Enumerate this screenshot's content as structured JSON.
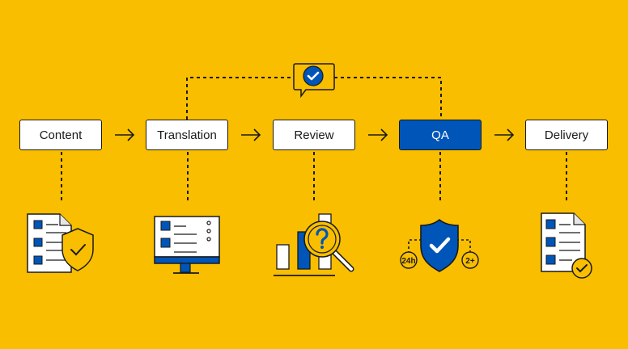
{
  "colors": {
    "background": "#F9BE00",
    "accent_blue": "#0055B8",
    "stroke": "#1A1A1A",
    "box_fill": "#FFFFFF"
  },
  "workflow": {
    "steps": [
      {
        "label": "Content",
        "icon": "document-shield-icon",
        "active": false
      },
      {
        "label": "Translation",
        "icon": "monitor-icon",
        "active": false
      },
      {
        "label": "Review",
        "icon": "bar-chart-magnifier-question-icon",
        "active": false
      },
      {
        "label": "QA",
        "icon": "shield-check-icon",
        "active": true
      },
      {
        "label": "Delivery",
        "icon": "document-check-icon",
        "active": false
      }
    ],
    "feedback_loop": {
      "icon": "chat-bubble-check-icon",
      "from": "QA",
      "to": "Translation"
    },
    "qa_badges": [
      "24h",
      "2+"
    ]
  }
}
